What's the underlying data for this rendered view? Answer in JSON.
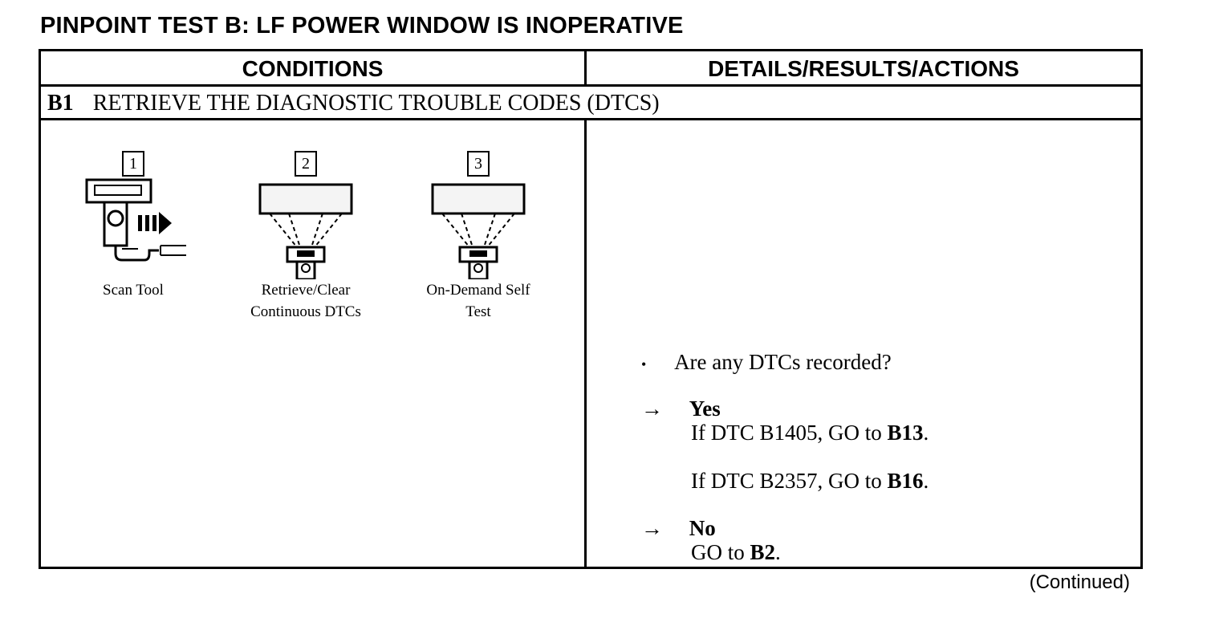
{
  "title": "PINPOINT TEST B: LF POWER WINDOW IS INOPERATIVE",
  "headers": {
    "conditions": "CONDITIONS",
    "details": "DETAILS/RESULTS/ACTIONS"
  },
  "step": {
    "number": "B1",
    "title": "RETRIEVE THE DIAGNOSTIC TROUBLE CODES (DTCS)"
  },
  "figures": [
    {
      "number": "1",
      "caption_line1": "Scan Tool",
      "caption_line2": ""
    },
    {
      "number": "2",
      "caption_line1": "Retrieve/Clear",
      "caption_line2": "Continuous DTCs"
    },
    {
      "number": "3",
      "caption_line1": "On-Demand Self",
      "caption_line2": "Test"
    }
  ],
  "details": {
    "bullet": "•",
    "question": "Are any DTCs recorded?",
    "arrow": "→",
    "yes_label": "Yes",
    "yes_line1_text": "If DTC B1405, GO to ",
    "yes_line1_target": "B13",
    "yes_line1_end": ".",
    "yes_line2_text": "If DTC B2357, GO to ",
    "yes_line2_target": "B16",
    "yes_line2_end": ".",
    "no_label": "No",
    "no_text": "GO to ",
    "no_target": "B2",
    "no_end": "."
  },
  "footer": "(Continued)"
}
